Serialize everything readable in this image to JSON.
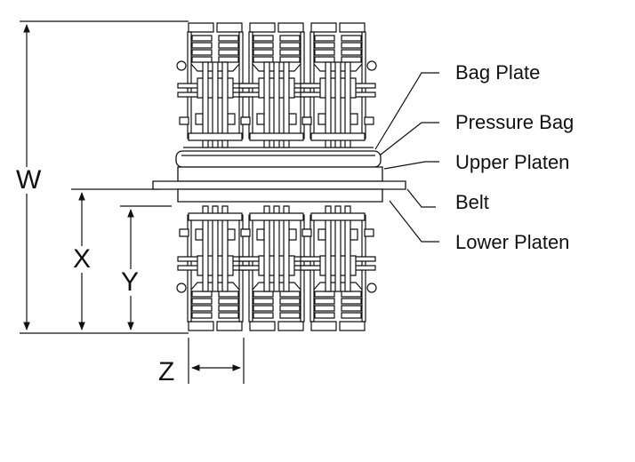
{
  "callouts": {
    "bag_plate": "Bag Plate",
    "pressure_bag": "Pressure Bag",
    "upper_platen": "Upper Platen",
    "belt": "Belt",
    "lower_platen": "Lower Platen"
  },
  "dimensions": {
    "w": "W",
    "x": "X",
    "y": "Y",
    "z": "Z"
  },
  "style": {
    "line_color": "#111111",
    "background": "#ffffff"
  }
}
